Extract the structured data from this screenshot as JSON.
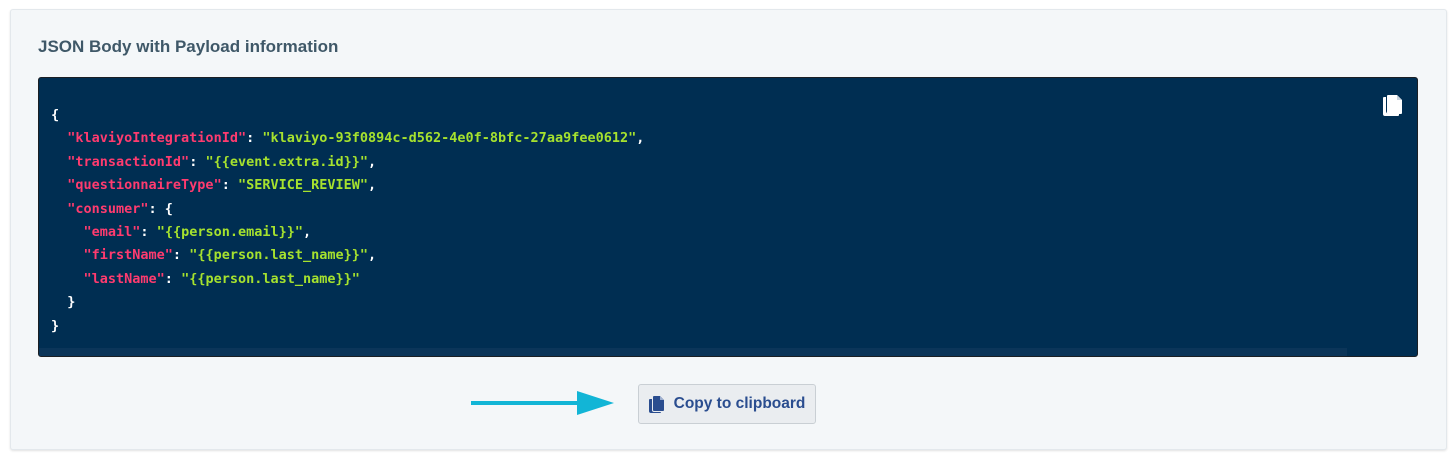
{
  "panel": {
    "title": "JSON Body with Payload information"
  },
  "code": {
    "open_brace": "{",
    "close_brace": "}",
    "lines": {
      "integration_key": "\"klaviyoIntegrationId\"",
      "integration_value": "\"klaviyo-93f0894c-d562-4e0f-8bfc-27aa9fee0612\"",
      "transaction_key": "\"transactionId\"",
      "transaction_value": "\"{{event.extra.id}}\"",
      "questionnaire_key": "\"questionnaireType\"",
      "questionnaire_value": "\"SERVICE_REVIEW\"",
      "consumer_key": "\"consumer\"",
      "email_key": "\"email\"",
      "email_value": "\"{{person.email}}\"",
      "firstname_key": "\"firstName\"",
      "firstname_value": "\"{{person.last_name}}\"",
      "lastname_key": "\"lastName\"",
      "lastname_value": "\"{{person.last_name}}\""
    }
  },
  "actions": {
    "copy_label": "Copy to clipboard"
  },
  "icons": {
    "copy_top": "copy-icon",
    "copy_button": "copy-icon",
    "arrow": "arrow-right-icon"
  },
  "colors": {
    "code_bg": "#002e52",
    "key": "#ff3b6f",
    "string": "#a6e22e",
    "arrow": "#12b5d6",
    "button_text": "#2a4d8f",
    "title": "#3f5868"
  }
}
